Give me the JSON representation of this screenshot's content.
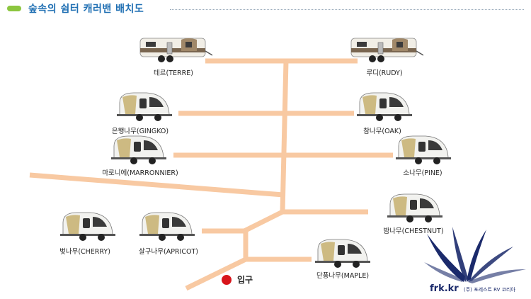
{
  "title": "숲속의 쉼터 캐러밴 배치도",
  "colors": {
    "path": "#f8c9a2",
    "title": "#1f6fb3",
    "entrance": "#d8151b",
    "logo": "#1b2a6b"
  },
  "sites": [
    {
      "id": "terre",
      "label": "테르(TERRE)",
      "kind": "travel-trailer"
    },
    {
      "id": "rudy",
      "label": "루디(RUDY)",
      "kind": "travel-trailer"
    },
    {
      "id": "gingko",
      "label": "은행나무(GINGKO)",
      "kind": "teardrop"
    },
    {
      "id": "oak",
      "label": "참나무(OAK)",
      "kind": "teardrop"
    },
    {
      "id": "marronnier",
      "label": "마로니에(MARRONNIER)",
      "kind": "teardrop"
    },
    {
      "id": "pine",
      "label": "소나무(PINE)",
      "kind": "teardrop"
    },
    {
      "id": "chestnut",
      "label": "밤나무(CHESTNUT)",
      "kind": "teardrop"
    },
    {
      "id": "cherry",
      "label": "벚나무(CHERRY)",
      "kind": "teardrop"
    },
    {
      "id": "apricot",
      "label": "살구나무(APRICOT)",
      "kind": "teardrop"
    },
    {
      "id": "maple",
      "label": "단풍나무(MAPLE)",
      "kind": "teardrop"
    }
  ],
  "entrance": {
    "label": "입구"
  },
  "logo": {
    "domain": "frk.kr",
    "company": "(주) 포레스트 RV 코리아"
  }
}
